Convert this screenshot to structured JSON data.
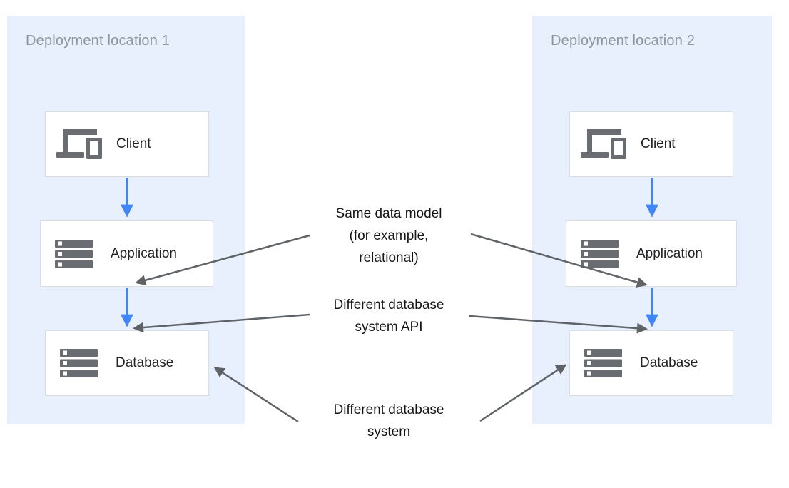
{
  "panels": [
    {
      "title": "Deployment location 1",
      "boxes": [
        {
          "label": "Client",
          "icon": "devices-icon"
        },
        {
          "label": "Application",
          "icon": "server-stack-icon"
        },
        {
          "label": "Database",
          "icon": "server-stack-icon"
        }
      ]
    },
    {
      "title": "Deployment location 2",
      "boxes": [
        {
          "label": "Client",
          "icon": "devices-icon"
        },
        {
          "label": "Application",
          "icon": "server-stack-icon"
        },
        {
          "label": "Database",
          "icon": "server-stack-icon"
        }
      ]
    }
  ],
  "annotations": [
    {
      "text": "Same data model (for example, relational)",
      "lines": [
        "Same data model",
        "(for example,",
        "relational)"
      ]
    },
    {
      "text": "Different database system API",
      "lines": [
        "Different database",
        "system API"
      ]
    },
    {
      "text": "Different database system",
      "lines": [
        "Different database",
        "system"
      ]
    }
  ],
  "colors": {
    "panel_background": "#e8f0fe",
    "box_background": "#ffffff",
    "box_border": "#d9dce0",
    "flow_arrow_blue": "#4285f4",
    "annotation_arrow_gray": "#5f6368",
    "icon_gray": "#696d71",
    "panel_title_gray": "#8f959c",
    "label_text": "#202124"
  }
}
